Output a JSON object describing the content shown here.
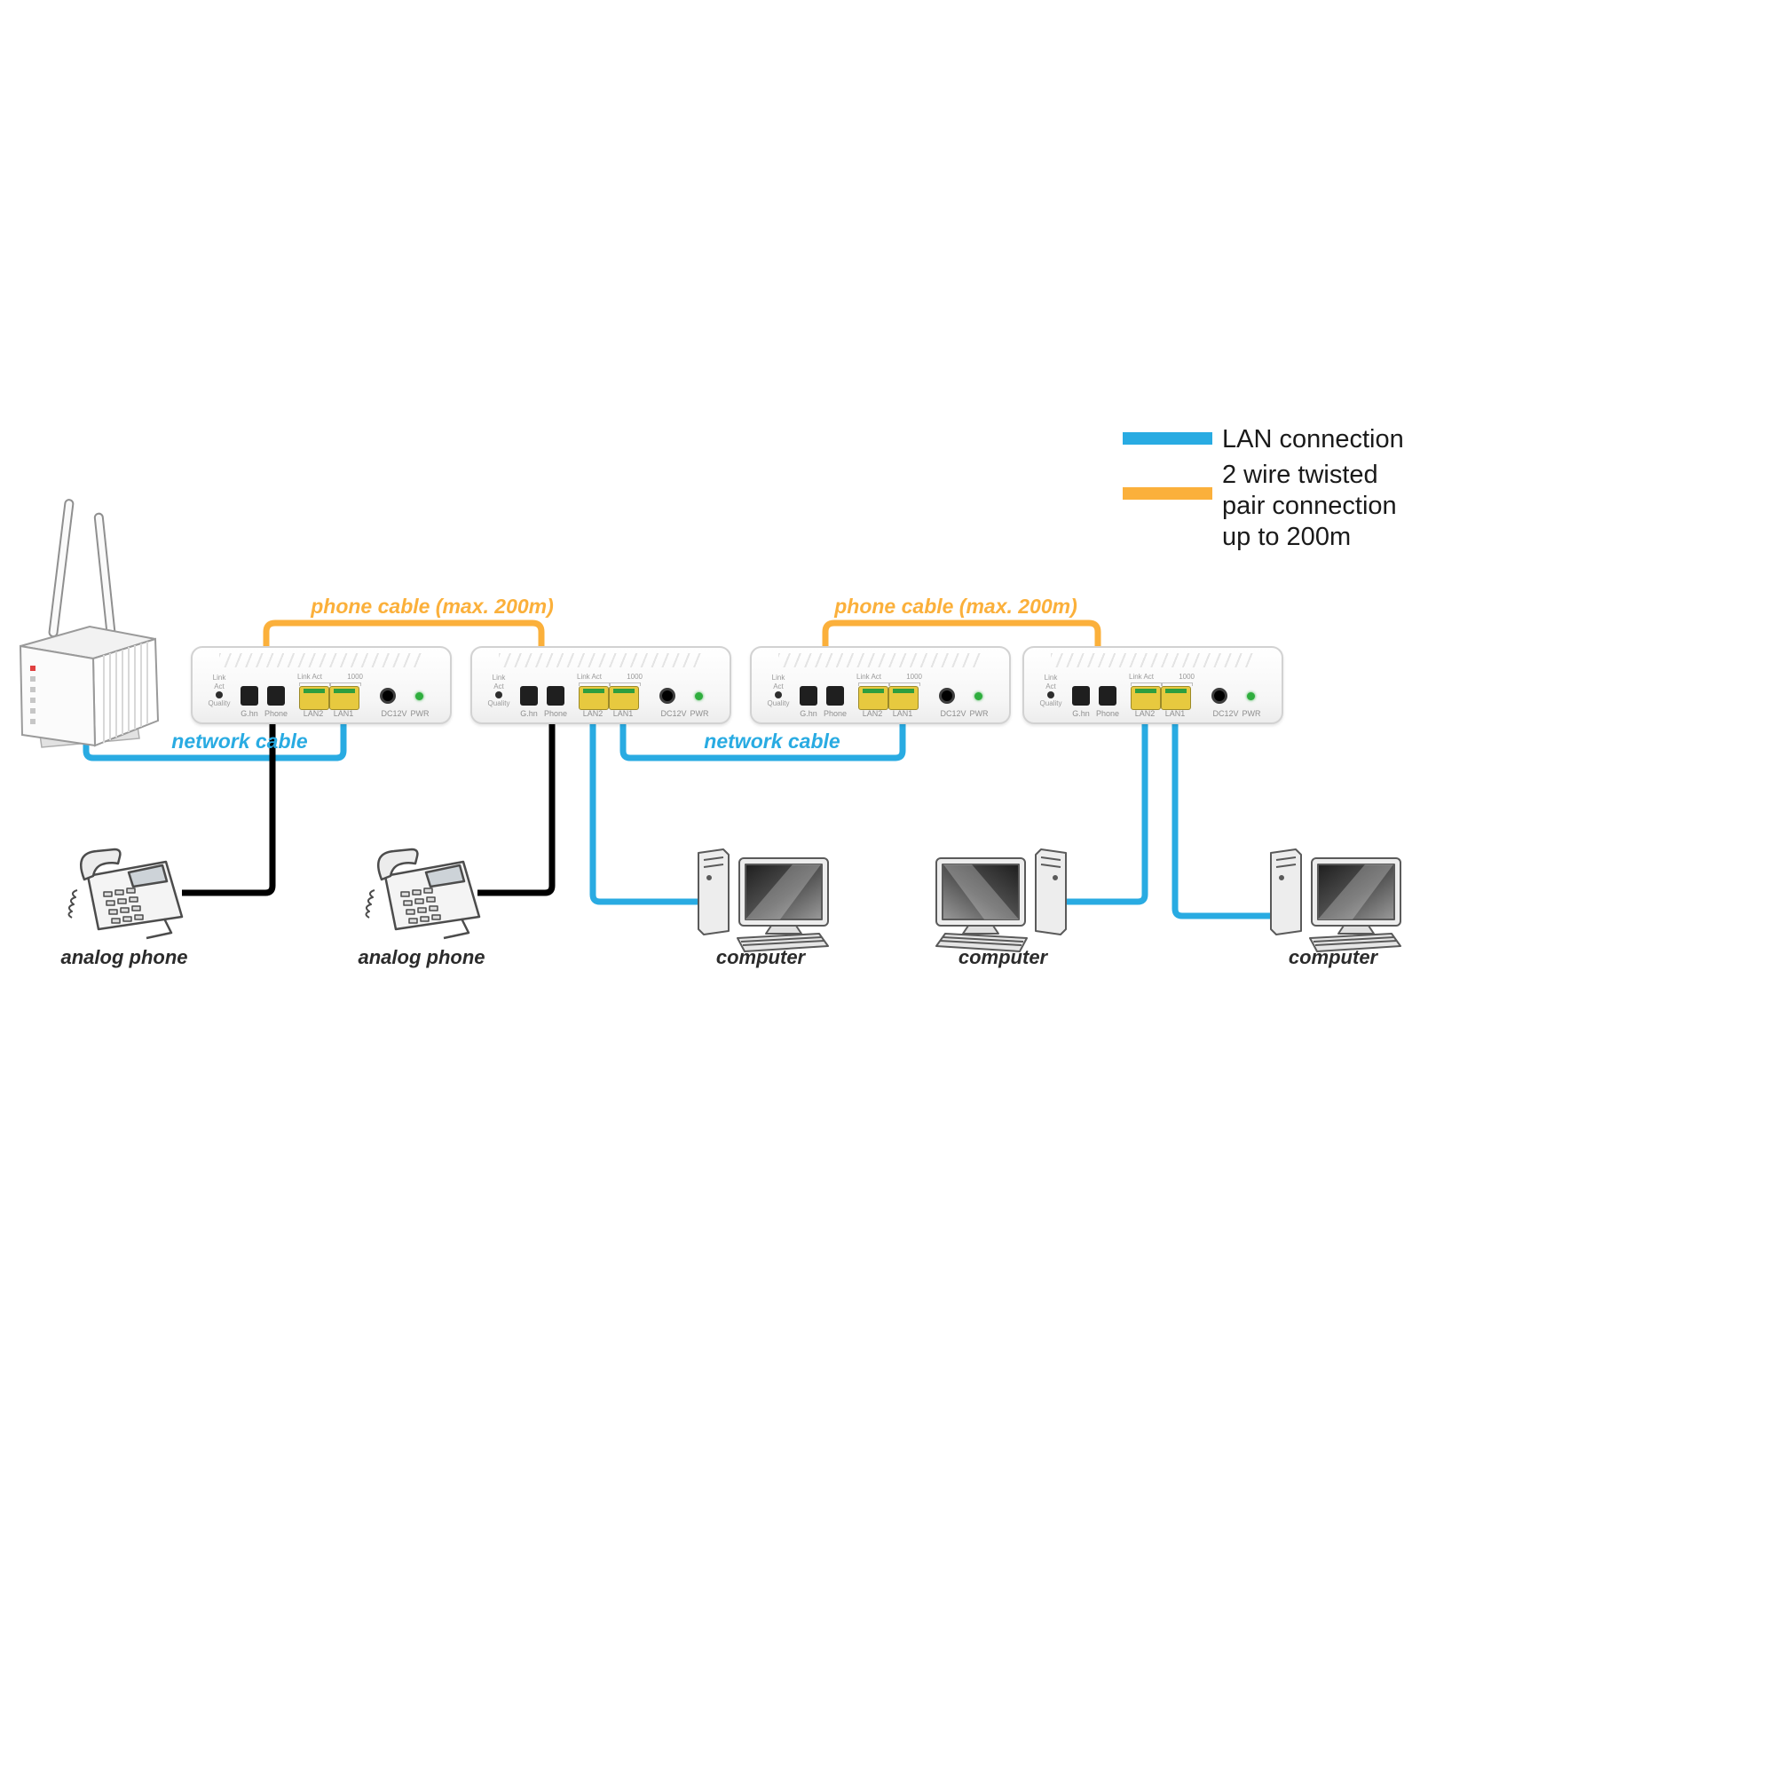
{
  "legend": {
    "lan": {
      "label": "LAN connection",
      "color": "#29abe2"
    },
    "twisted": {
      "color": "#fbb03b",
      "lines": [
        "2 wire twisted",
        "pair connection",
        "up to 200m"
      ]
    }
  },
  "cables": {
    "phone_cable": {
      "label": "phone cable (max. 200m)",
      "color": "#fbb03b"
    },
    "network_cable": {
      "label": "network cable",
      "color": "#29abe2"
    },
    "phone_line": {
      "color": "#000000"
    }
  },
  "adapter": {
    "labels": {
      "link": "Link",
      "act": "Act",
      "quality": "Quality",
      "ghn": "G.hn",
      "phone": "Phone",
      "link_act": "Link Act",
      "lan2": "LAN2",
      "lan1": "LAN1",
      "speed": "1000",
      "dc": "DC12V",
      "pwr": "PWR"
    }
  },
  "devices": {
    "phones": [
      {
        "label": "analog phone"
      },
      {
        "label": "analog phone"
      }
    ],
    "computers": [
      {
        "label": "computer"
      },
      {
        "label": "computer"
      },
      {
        "label": "computer"
      }
    ]
  }
}
